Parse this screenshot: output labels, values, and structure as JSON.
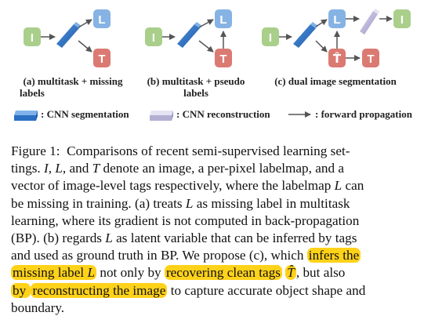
{
  "diagram": {
    "node_labels": {
      "image": "I",
      "labelmap": "L",
      "tags": "T",
      "tags_hat": "T̂"
    },
    "colors": {
      "image_node": "#a9cf8b",
      "labelmap_node": "#86b3e4",
      "tags_node": "#db7a72",
      "cnn_segmentation": "#2a6fc0",
      "cnn_reconstruction": "#b3afd3",
      "arrow": "#555555",
      "highlight": "#ffd21a"
    },
    "subfigures": [
      {
        "line1": "(a) multitask + missing",
        "line2": "labels"
      },
      {
        "line1": "(b) multitask + pseudo",
        "line2": "labels"
      },
      {
        "line1": "(c) dual image segmentation",
        "line2": ""
      }
    ],
    "legend": {
      "segmentation": ": CNN segmentation",
      "reconstruction": ": CNN reconstruction",
      "propagation": ": forward propagation"
    }
  },
  "caption": {
    "figure_label": "Figure 1:",
    "lines": [
      [
        "Comparisons of recent semi-supervised learning set-"
      ],
      [
        "tings. ",
        "I",
        ", ",
        "L",
        ", and ",
        "T",
        " denote an image, a per-pixel labelmap, and a"
      ],
      [
        "vector of image-level tags respectively, where the labelmap ",
        "L",
        " can"
      ],
      [
        "be missing in training. (a) treats ",
        "L",
        " as missing label in multitask"
      ],
      [
        "learning, where its gradient is not computed in back-propagation"
      ],
      [
        "(BP). (b) regards ",
        "L",
        " as latent variable that can be inferred by tags"
      ],
      [
        "and used as ground truth in BP. We propose (c), which ",
        "infers the"
      ],
      [
        "missing label ",
        "L",
        " not only by ",
        "recovering clean tags",
        " ",
        "T̂",
        ", but also"
      ],
      [
        "by ",
        "reconstructing the image",
        " to capture accurate object shape and"
      ],
      [
        "boundary."
      ]
    ]
  }
}
